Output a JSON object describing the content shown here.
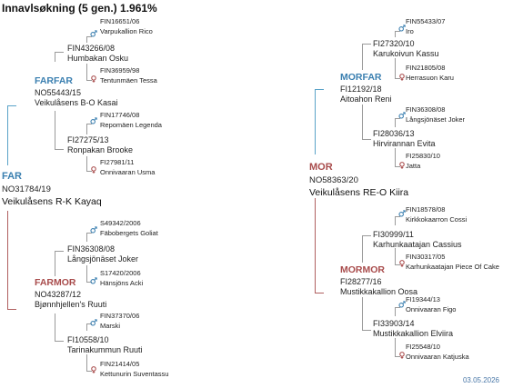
{
  "title": "Innavlsøkning (5 gen.) 1.961%",
  "date": "03.05.2026",
  "paternal": {
    "father": {
      "role": "FAR",
      "reg": "NO31784/19",
      "name": "Veikulåsens R-K Kayaq"
    },
    "farfar": {
      "role": "FARFAR",
      "reg": "NO55443/15",
      "name": "Veikulåsens B-O Kasai"
    },
    "farfar_father": {
      "reg": "FIN43266/08",
      "name": "Humbakan Osku"
    },
    "farfar_father_father": {
      "reg": "FIN16651/06",
      "name": "Varpukallion Rico"
    },
    "farfar_father_mother": {
      "reg": "FIN36959/98",
      "name": "Tentunmäen Tessa"
    },
    "farfar_mother": {
      "reg": "FI27275/13",
      "name": "Ronpakan Brooke"
    },
    "farfar_mother_father": {
      "reg": "FIN17746/08",
      "name": "Repomäen Legenda"
    },
    "farfar_mother_mother": {
      "reg": "FI27981/11",
      "name": "Onnivaaran Usma"
    },
    "farmor": {
      "role": "FARMOR",
      "reg": "NO43287/12",
      "name": "Bjønnhjellen's Ruuti"
    },
    "farmor_father": {
      "reg": "FIN36308/08",
      "name": "Långsjönäset Joker"
    },
    "farmor_father_father": {
      "reg": "S49342/2006",
      "name": "Fäbobergets Goliat"
    },
    "farmor_father_mother": {
      "reg": "S17420/2006",
      "name": "Hänsjöns Acki"
    },
    "farmor_mother": {
      "reg": "FI10558/10",
      "name": "Tarinakummun Ruuti"
    },
    "farmor_mother_father": {
      "reg": "FIN37370/06",
      "name": "Marski"
    },
    "farmor_mother_mother": {
      "reg": "FIN21414/05",
      "name": "Kettunurin Suventassu"
    }
  },
  "maternal": {
    "mother": {
      "role": "MOR",
      "reg": "NO58363/20",
      "name": "Veikulåsens RE-O Kiira"
    },
    "morfar": {
      "role": "MORFAR",
      "reg": "FI12192/18",
      "name": "Aitoahon Reni"
    },
    "morfar_father": {
      "reg": "FI27320/10",
      "name": "Karukoivun Kassu"
    },
    "morfar_father_father": {
      "reg": "FIN55433/07",
      "name": "Iro"
    },
    "morfar_father_mother": {
      "reg": "FIN21805/08",
      "name": "Herrasuon Karu"
    },
    "morfar_mother": {
      "reg": "FI28036/13",
      "name": "Hirvirannan Evita"
    },
    "morfar_mother_father": {
      "reg": "FIN36308/08",
      "name": "Långsjönäset Joker"
    },
    "morfar_mother_mother": {
      "reg": "FI25830/10",
      "name": "Jatta"
    },
    "mormor": {
      "role": "MORMOR",
      "reg": "FI28277/16",
      "name": "Mustikkakallion Oosa"
    },
    "mormor_father": {
      "reg": "FI30999/11",
      "name": "Karhunkaatajan Cassius"
    },
    "mormor_father_father": {
      "reg": "FIN18578/08",
      "name": "Kirkkokaarron Cossi"
    },
    "mormor_father_mother": {
      "reg": "FIN30317/05",
      "name": "Karhunkaatajan Piece Of Cake"
    },
    "mormor_mother": {
      "reg": "FI33903/14",
      "name": "Mustikkakallion Elviira"
    },
    "mormor_mother_father": {
      "reg": "FI19344/13",
      "name": "Onnivaaran Figo"
    },
    "mormor_mother_mother": {
      "reg": "FI25548/10",
      "name": "Onnivaaran Katjuska"
    }
  },
  "colors": {
    "male": "#3a7fb0",
    "female": "#a84b4b",
    "line": "#9a9a9a"
  },
  "icons": {
    "male": "male-symbol-icon",
    "female": "female-symbol-icon"
  }
}
